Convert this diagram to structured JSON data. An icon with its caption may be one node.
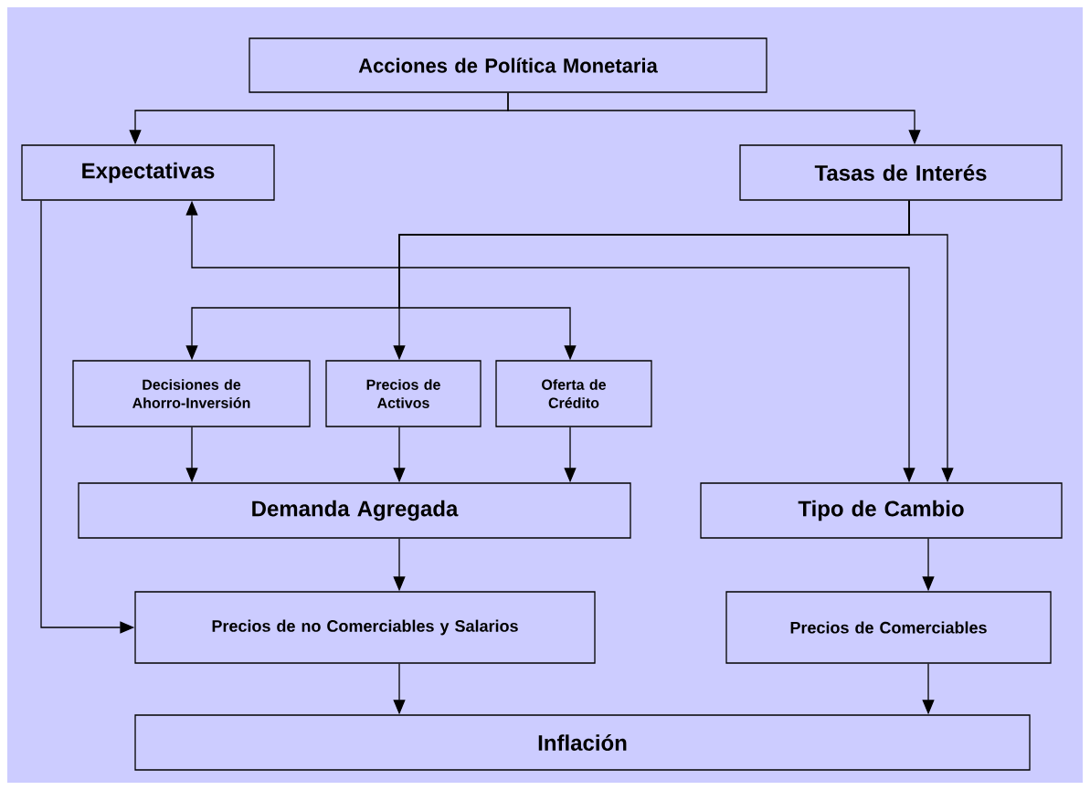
{
  "diagram": {
    "nodes": [
      {
        "text": [
          "Acciones de Política Monetaria"
        ]
      },
      {
        "text": [
          "Expectativas"
        ]
      },
      {
        "text": [
          "Tasas de Interés"
        ]
      },
      {
        "text": [
          "Decisiones de Ahorro-Inversión"
        ]
      },
      {
        "text": [
          "Precios de Activos"
        ]
      },
      {
        "text": [
          "Oferta de Crédito"
        ]
      },
      {
        "text": [
          "Demanda Agregada"
        ]
      },
      {
        "text": [
          "Tipo de Cambio"
        ]
      },
      {
        "text": [
          "Precios de no Comerciables y Salarios"
        ]
      },
      {
        "text": [
          "Precios de Comerciables"
        ]
      },
      {
        "text": [
          "Inflación"
        ]
      }
    ],
    "edges": [
      {
        "from": 0,
        "to": 1,
        "arrow": "to"
      },
      {
        "from": 0,
        "to": 2,
        "arrow": "to"
      },
      {
        "from": 2,
        "to": 3,
        "arrow": "to"
      },
      {
        "from": 2,
        "to": 4,
        "arrow": "to"
      },
      {
        "from": 2,
        "to": 5,
        "arrow": "to"
      },
      {
        "from": 2,
        "to": 7,
        "arrow": "to"
      },
      {
        "from": 7,
        "to": 1,
        "arrow": "both"
      },
      {
        "from": 3,
        "to": 6,
        "arrow": "to"
      },
      {
        "from": 4,
        "to": 6,
        "arrow": "to"
      },
      {
        "from": 5,
        "to": 6,
        "arrow": "to"
      },
      {
        "from": 6,
        "to": 8,
        "arrow": "to"
      },
      {
        "from": 1,
        "to": 8,
        "arrow": "to"
      },
      {
        "from": 7,
        "to": 9,
        "arrow": "to"
      },
      {
        "from": 8,
        "to": 10,
        "arrow": "to"
      },
      {
        "from": 9,
        "to": 10,
        "arrow": "to"
      }
    ]
  }
}
